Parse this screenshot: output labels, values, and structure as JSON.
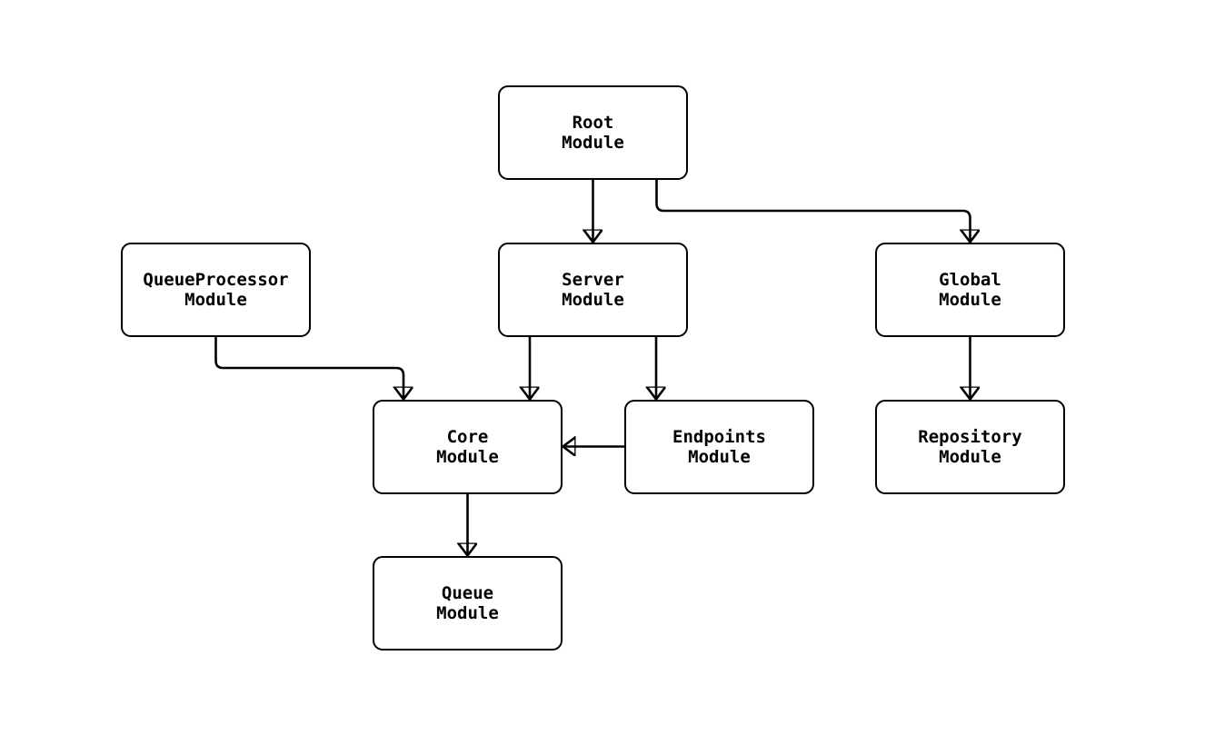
{
  "page": {
    "background_color": "#ffffff"
  },
  "diagram": {
    "stroke_color": "#000000",
    "node_fill_color": "#ffffff",
    "text_color": "#000000",
    "nodes": [
      {
        "id": "root",
        "lines": [
          "Root",
          "Module"
        ]
      },
      {
        "id": "queueprocessor",
        "lines": [
          "QueueProcessor",
          "Module"
        ]
      },
      {
        "id": "server",
        "lines": [
          "Server",
          "Module"
        ]
      },
      {
        "id": "global",
        "lines": [
          "Global",
          "Module"
        ]
      },
      {
        "id": "core",
        "lines": [
          "Core",
          "Module"
        ]
      },
      {
        "id": "endpoints",
        "lines": [
          "Endpoints",
          "Module"
        ]
      },
      {
        "id": "repository",
        "lines": [
          "Repository",
          "Module"
        ]
      },
      {
        "id": "queue",
        "lines": [
          "Queue",
          "Module"
        ]
      }
    ],
    "edges": [
      {
        "from": "root",
        "to": "server"
      },
      {
        "from": "root",
        "to": "global"
      },
      {
        "from": "queueprocessor",
        "to": "core"
      },
      {
        "from": "server",
        "to": "core"
      },
      {
        "from": "server",
        "to": "endpoints"
      },
      {
        "from": "endpoints",
        "to": "core"
      },
      {
        "from": "global",
        "to": "repository"
      },
      {
        "from": "core",
        "to": "queue"
      }
    ]
  }
}
